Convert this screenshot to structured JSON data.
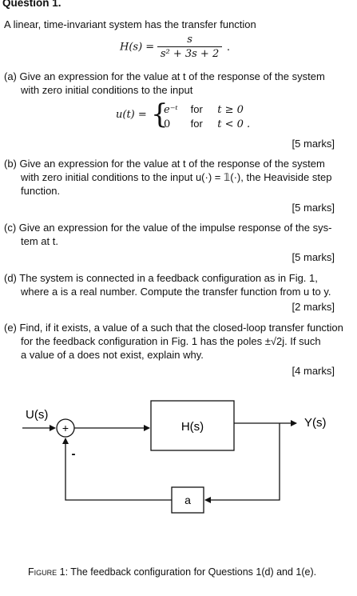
{
  "question": {
    "title": "Question 1.",
    "intro": "A linear, time-invariant system has the transfer function",
    "tf": {
      "lhs": "H(s) =",
      "num": "s",
      "den": "s² + 3s + 2",
      "end": "."
    }
  },
  "parts": {
    "a": {
      "label": "(a)",
      "line1": "Give an expression for the value at t of the response of the system",
      "line2": "with zero initial conditions to the input",
      "eq": {
        "lhs": "u(t) =",
        "r1_val": "e⁻ᵗ",
        "r1_word": "for",
        "r1_cond": "t ≥ 0",
        "r2_val": "0",
        "r2_word": "for",
        "r2_cond": "t < 0 ."
      },
      "marks": "[5 marks]"
    },
    "b": {
      "label": "(b)",
      "line1": "Give an expression for the value at t of the response of the system",
      "line2": "with zero initial conditions to the input u(·) = 𝟙(·), the Heaviside step",
      "line3": "function.",
      "marks": "[5 marks]"
    },
    "c": {
      "label": "(c)",
      "line1": "Give an expression for the value of the impulse response of the sys-",
      "line2": "tem at t.",
      "marks": "[5 marks]"
    },
    "d": {
      "label": "(d)",
      "line1": "The system is connected in a feedback configuration as in Fig. 1,",
      "line2": "where a is a real number. Compute the transfer function from u to y.",
      "marks": "[2 marks]"
    },
    "e": {
      "label": "(e)",
      "line1": "Find, if it exists, a value of a such that the closed-loop transfer function",
      "line2": "for the feedback configuration in Fig. 1 has the poles ±√2j. If such",
      "line3": "a value of a does not exist, explain why.",
      "marks": "[4 marks]"
    }
  },
  "diagram": {
    "input_label": "U(s)",
    "sum_symbol": "+",
    "minus_symbol": "-",
    "plant_label": "H(s)",
    "output_label": "Y(s)",
    "feedback_label": "a"
  },
  "caption": {
    "figure": "Figure 1:",
    "text": "The feedback configuration for Questions 1(d) and 1(e)."
  }
}
